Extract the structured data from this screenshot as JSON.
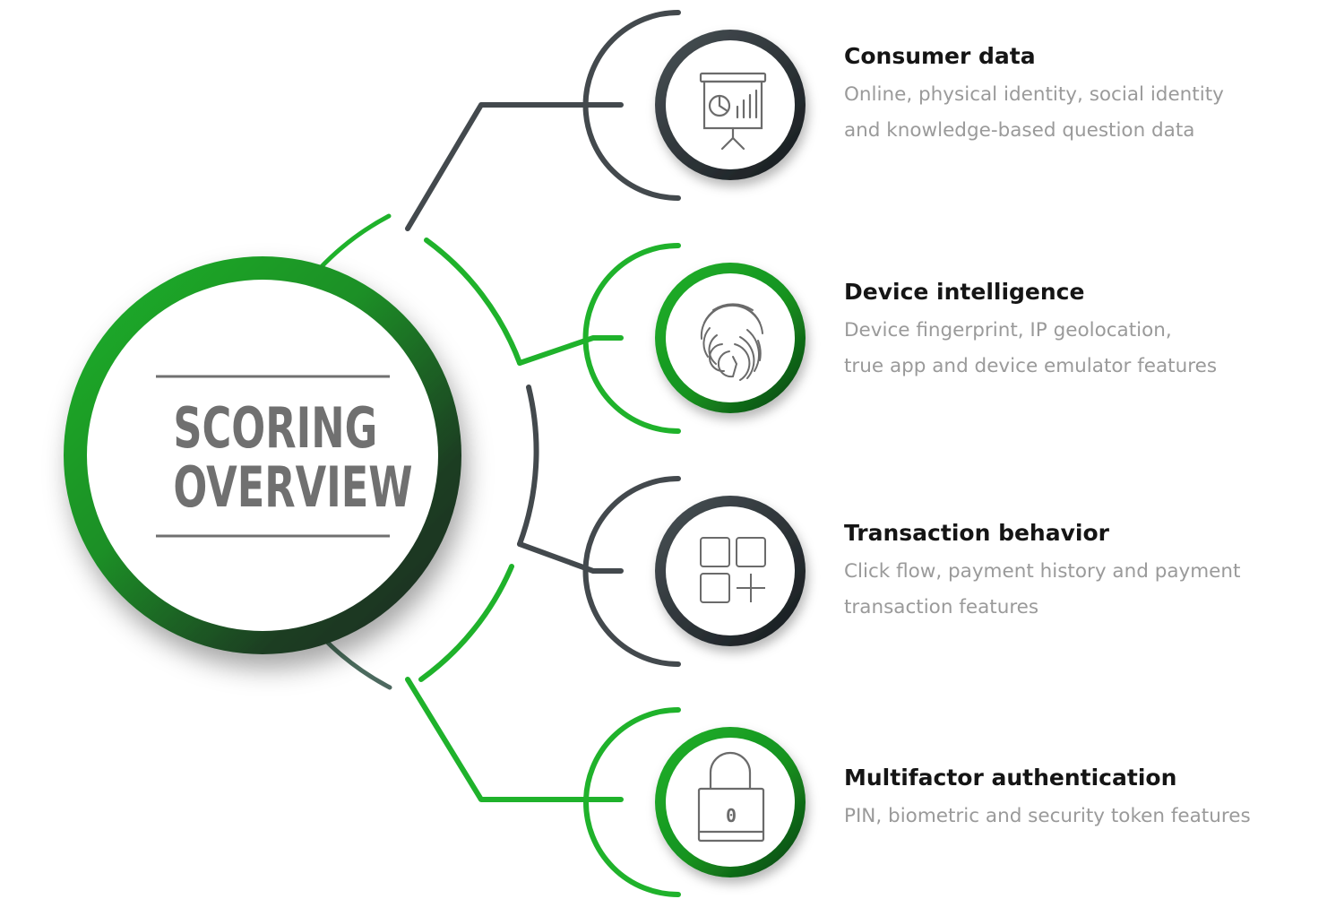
{
  "center": {
    "line1": "SCORING",
    "line2": "OVERVIEW"
  },
  "items": [
    {
      "title": "Consumer data",
      "desc1": "Online, physical identity, social identity",
      "desc2": "and knowledge-based question data",
      "icon": "presentation-chart-icon",
      "accent": "#43494d"
    },
    {
      "title": "Device intelligence",
      "desc1": "Device fingerprint, IP geolocation,",
      "desc2": "true app and device emulator features",
      "icon": "fingerprint-icon",
      "accent": "#1fb22b"
    },
    {
      "title": "Transaction behavior",
      "desc1": "Click flow, payment history and payment",
      "desc2": "transaction features",
      "icon": "apps-add-icon",
      "accent": "#43494d"
    },
    {
      "title": "Multifactor authentication",
      "desc1": "PIN, biometric and security token features",
      "desc2": "",
      "icon": "padlock-icon",
      "accent": "#1fb22b"
    }
  ],
  "colors": {
    "green": "#1fb22b",
    "dark": "#43494d",
    "text_gray": "#9a9a9a",
    "title_gray": "#707070"
  }
}
